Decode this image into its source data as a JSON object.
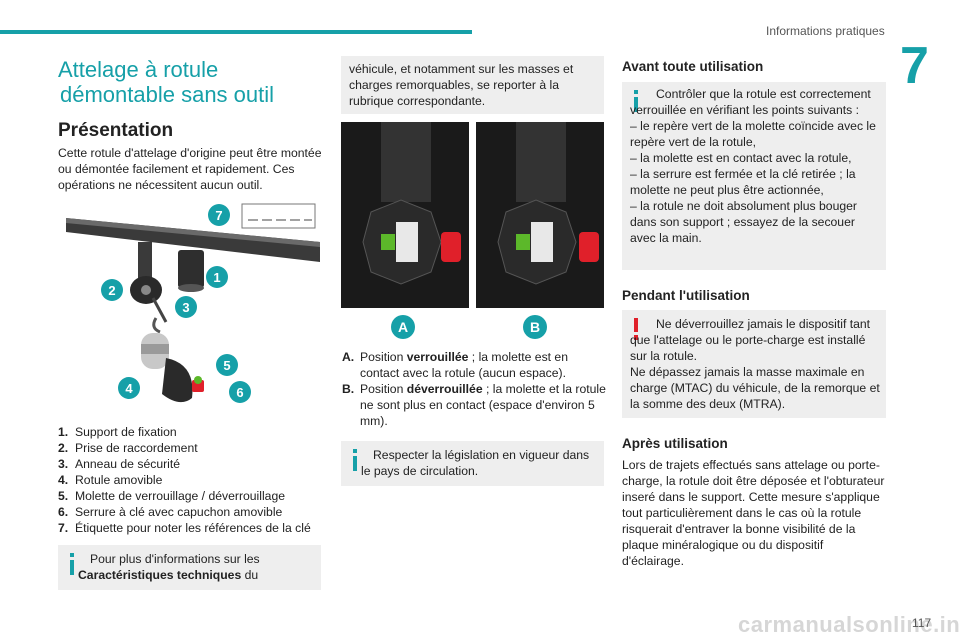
{
  "header": {
    "section": "Informations pratiques",
    "chapter": "7",
    "page": "117"
  },
  "title": {
    "line1": "Attelage à rotule",
    "line2": "démontable sans outil"
  },
  "presentation": {
    "heading": "Présentation",
    "text": "Cette rotule d'attelage d'origine peut être montée ou démontée facilement et rapidement. Ces opérations ne nécessitent aucun outil."
  },
  "callouts": [
    "1",
    "2",
    "3",
    "4",
    "5",
    "6",
    "7"
  ],
  "parts": [
    {
      "n": "1.",
      "label": "Support de fixation"
    },
    {
      "n": "2.",
      "label": "Prise de raccordement"
    },
    {
      "n": "3.",
      "label": "Anneau de sécurité"
    },
    {
      "n": "4.",
      "label": "Rotule amovible"
    },
    {
      "n": "5.",
      "label": "Molette de verrouillage / déverrouillage"
    },
    {
      "n": "6.",
      "label": "Serrure à clé avec capuchon amovible"
    },
    {
      "n": "7.",
      "label": "Étiquette pour noter les références de la clé"
    }
  ],
  "info1": {
    "pre": "Pour plus d'informations sur les ",
    "bold": "Caractéristiques techniques",
    "post": " du"
  },
  "info1_cont": "véhicule, et notamment sur les masses et charges remorquables, se reporter à la rubrique correspondante.",
  "positions": {
    "a_tag": "A",
    "b_tag": "B",
    "a_label": "A.",
    "a_pre": "Position ",
    "a_bold": "verrouillée",
    "a_post": " ; la molette est en contact avec la rotule (aucun espace).",
    "b_label": "B.",
    "b_pre": "Position ",
    "b_bold": "déverrouillée",
    "b_post": " ; la molette et la rotule ne sont plus en contact (espace d'environ 5 mm)."
  },
  "info2": "Respecter la législation en vigueur dans le pays de circulation.",
  "before": {
    "heading": "Avant toute utilisation",
    "text_lines": [
      "Contrôler que la rotule est correctement verrouillée en vérifiant les points suivants :",
      "–  le repère vert de la molette coïncide avec le repère vert de la rotule,",
      "–  la molette est en contact avec la rotule,",
      "–  la serrure est fermée et la clé retirée ; la molette ne peut plus être actionnée,",
      "–  la rotule ne doit absolument plus bouger dans son support ; essayez de la secouer avec la main."
    ]
  },
  "during": {
    "heading": "Pendant l'utilisation",
    "text_lines": [
      "Ne déverrouillez jamais le dispositif tant que l'attelage ou le porte-charge est installé sur la rotule.",
      "Ne dépassez jamais la masse maximale en charge (MTAC) du véhicule, de la remorque et la somme des deux (MTRA)."
    ]
  },
  "after": {
    "heading": "Après utilisation",
    "text": "Lors de trajets effectués sans attelage ou porte-charge, la rotule doit être déposée et l'obturateur inseré dans le support. Cette mesure s'applique tout particulièrement dans le cas où la rotule risquerait d'entraver la bonne visibilité de la plaque minéralogique ou du dispositif d'éclairage."
  },
  "watermark": "carmanualsonline.info",
  "colors": {
    "accent": "#16a0a8",
    "warning": "#e0202a",
    "note_bg": "#eeeeee"
  }
}
